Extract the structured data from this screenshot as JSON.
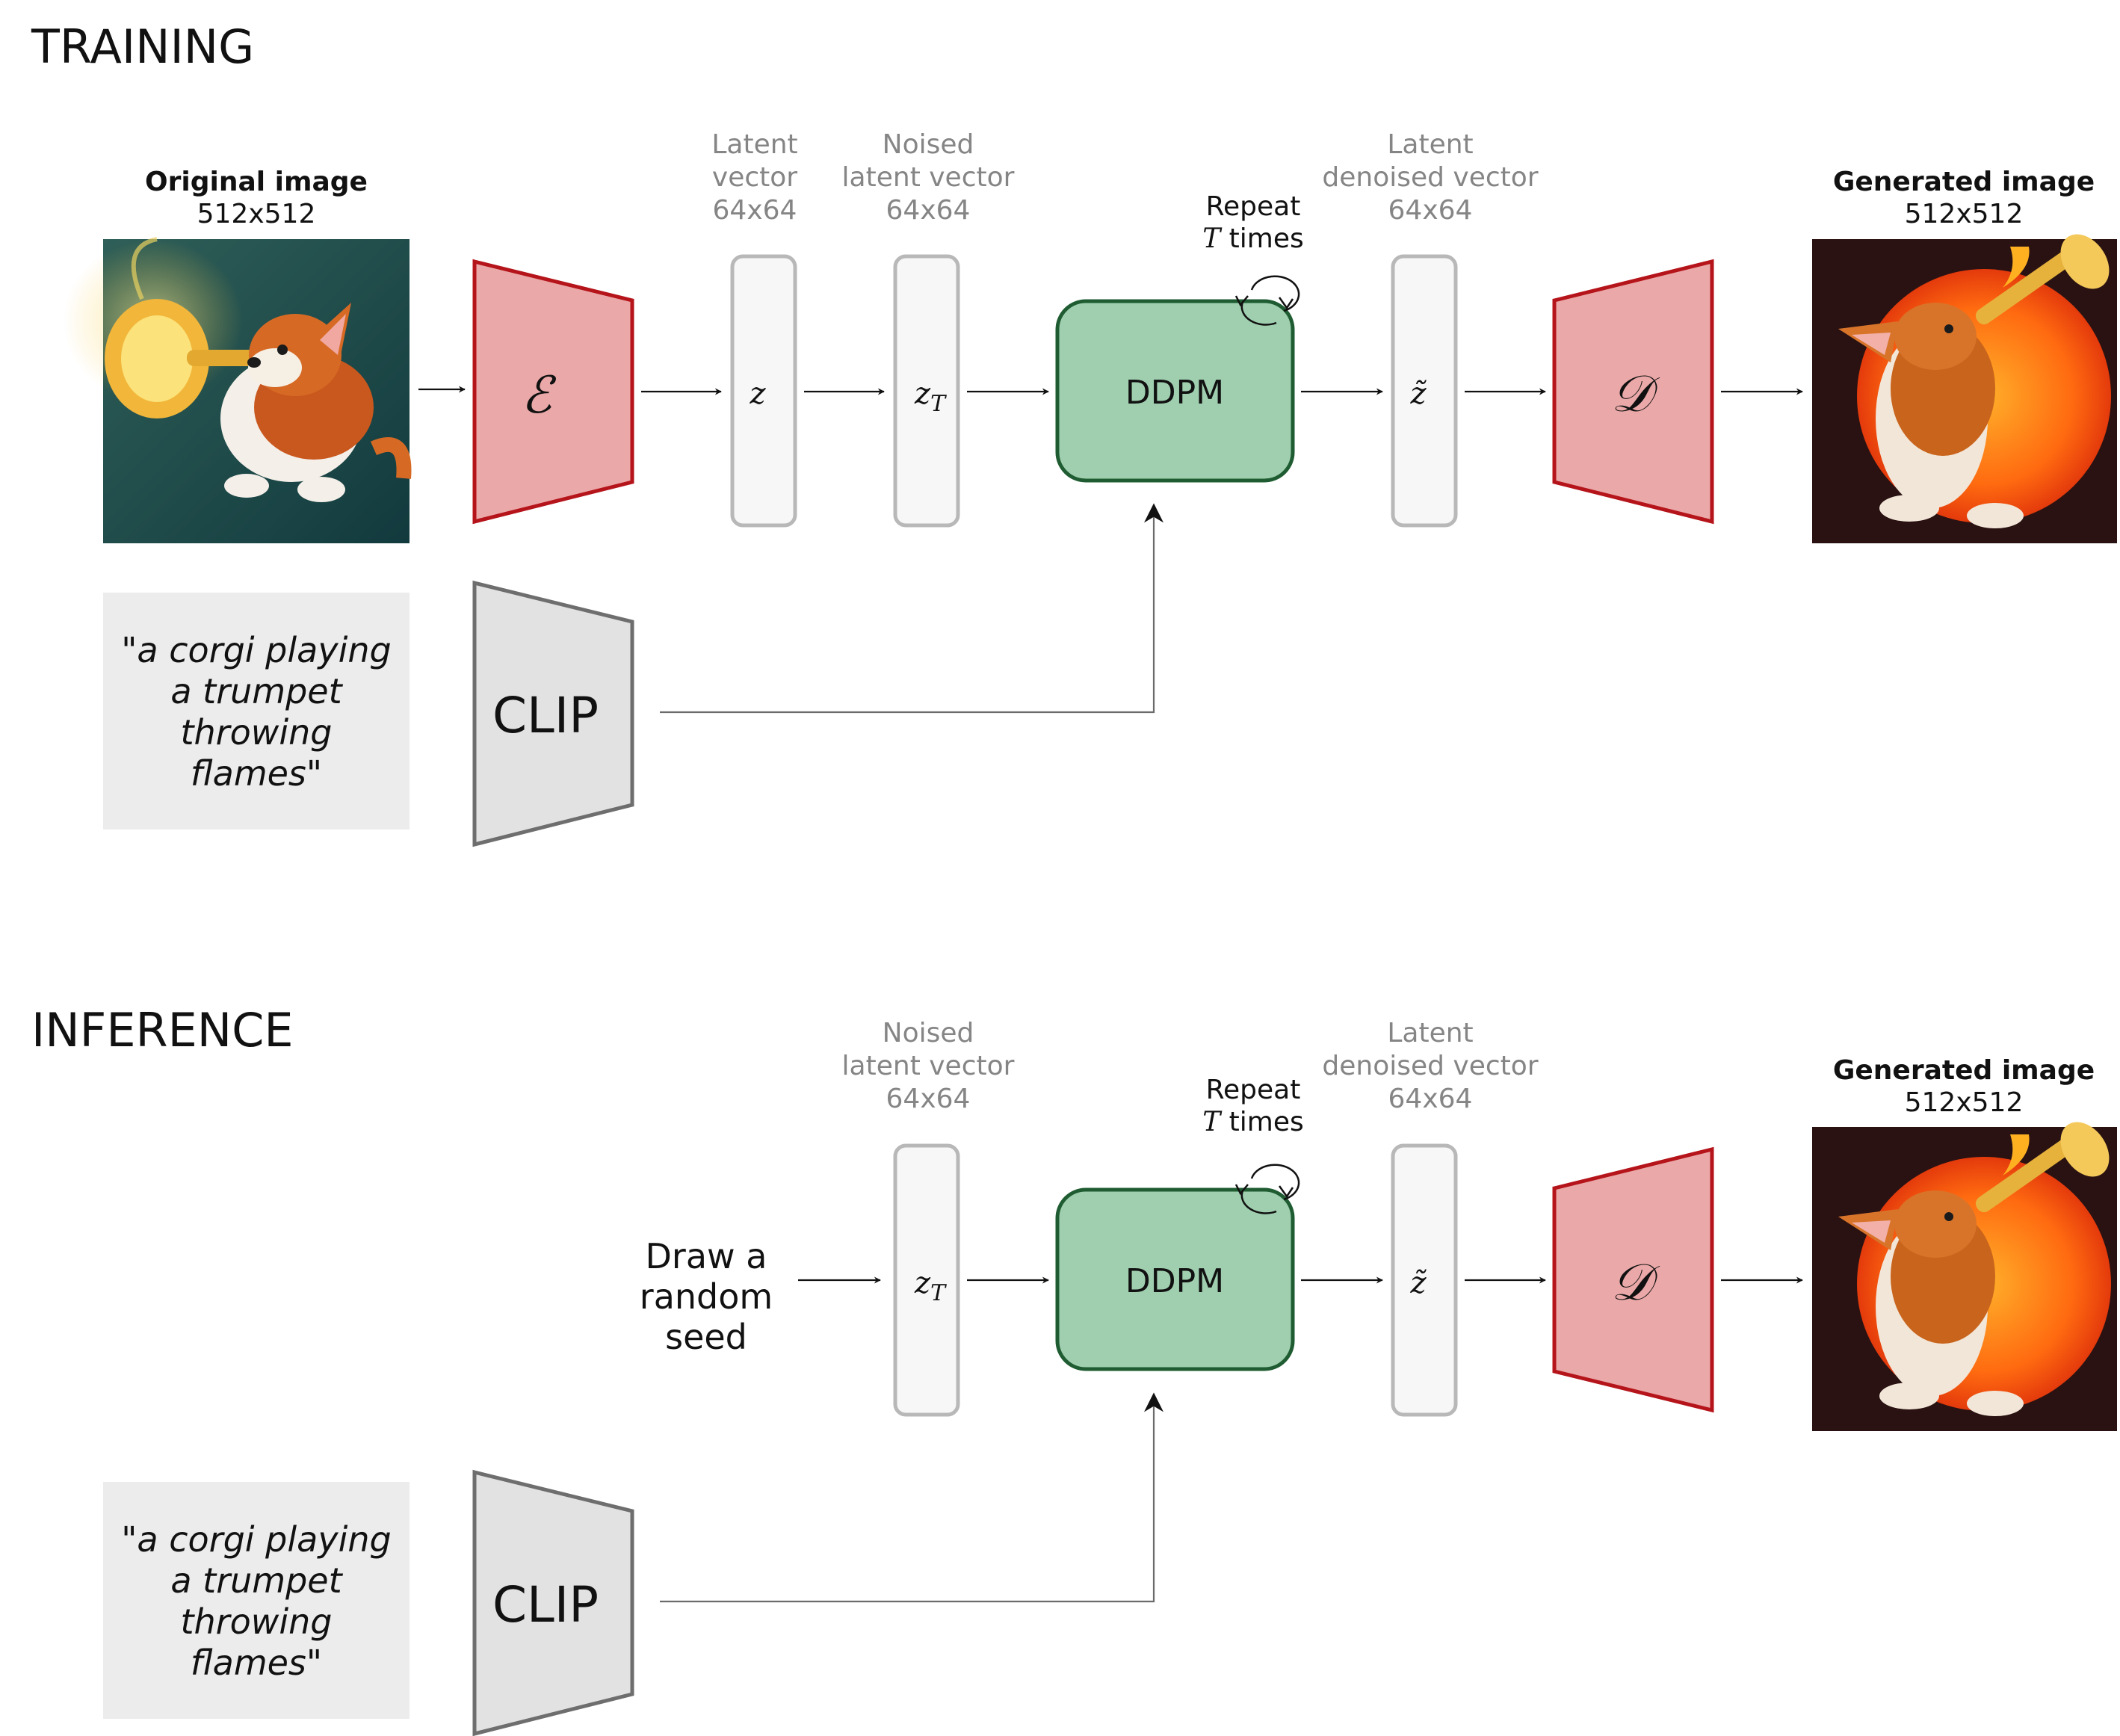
{
  "training": {
    "title": "TRAINING",
    "original_image": {
      "title": "Original image",
      "size": "512x512"
    },
    "encoder_symbol": "ℰ",
    "latent_vector": {
      "line1": "Latent",
      "line2": "vector",
      "line3": "64x64",
      "symbol": "z"
    },
    "noised_latent_vector": {
      "line1": "Noised",
      "line2": "latent vector",
      "line3": "64x64",
      "symbol": "z",
      "subscript": "T"
    },
    "repeat": {
      "line1": "Repeat",
      "t_symbol": "T",
      "line2_rest": " times"
    },
    "ddpm_label": "DDPM",
    "denoised_vector": {
      "line1": "Latent",
      "line2": "denoised vector",
      "line3": "64x64",
      "symbol": "z̃"
    },
    "decoder_symbol": "𝒟",
    "generated_image": {
      "title": "Generated image",
      "size": "512x512"
    },
    "prompt": {
      "line1": "\"a corgi playing",
      "line2": "a trumpet",
      "line3": "throwing",
      "line4": "flames\""
    },
    "clip_label": "CLIP"
  },
  "inference": {
    "title": "INFERENCE",
    "noised_latent_vector": {
      "line1": "Noised",
      "line2": "latent vector",
      "line3": "64x64",
      "symbol": "z",
      "subscript": "T"
    },
    "seed": {
      "line1": "Draw a",
      "line2": "random",
      "line3": "seed"
    },
    "repeat": {
      "line1": "Repeat",
      "t_symbol": "T",
      "line2_rest": " times"
    },
    "ddpm_label": "DDPM",
    "denoised_vector": {
      "line1": "Latent",
      "line2": "denoised vector",
      "line3": "64x64",
      "symbol": "z̃"
    },
    "decoder_symbol": "𝒟",
    "generated_image": {
      "title": "Generated image",
      "size": "512x512"
    },
    "prompt": {
      "line1": "\"a corgi playing",
      "line2": "a trumpet",
      "line3": "throwing",
      "line4": "flames\""
    },
    "clip_label": "CLIP"
  },
  "colors": {
    "encoder_fill": "#eaa8a8",
    "encoder_stroke": "#b5141a",
    "ddpm_fill": "#9fcfaf",
    "ddpm_stroke": "#1f5c32",
    "clip_fill": "#e2e2e2",
    "vector_fill": "#f7f7f7",
    "vector_stroke": "#b8b8b8",
    "label_gray": "#858585"
  }
}
